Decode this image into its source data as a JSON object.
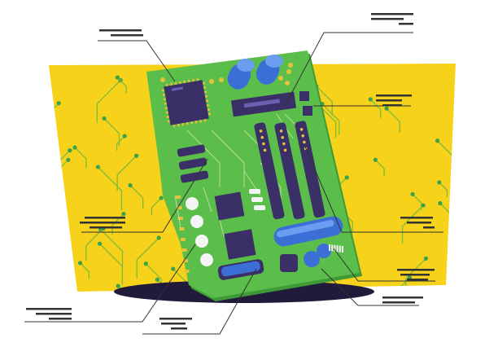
{
  "colors": {
    "background": "#ffffff",
    "yellow_panel": "#f7d21a",
    "trace": "#7dbb3a",
    "trace_dot": "#3aa24a",
    "board": "#5bbd4a",
    "board_dark": "#3e9a37",
    "chip": "#3a2f66",
    "chip_light": "#6a5fb0",
    "capacitor": "#3b6fd6",
    "capacitor_light": "#6a9cf0",
    "gold": "#e5c23a",
    "shadow": "#221a3a",
    "leader": "#333333",
    "label_bar": "#333333",
    "white_disc": "#f5f5f5"
  },
  "labels": [
    {
      "name": "label-top-left"
    },
    {
      "name": "label-top-right"
    },
    {
      "name": "label-right-upper"
    },
    {
      "name": "label-left-middle"
    },
    {
      "name": "label-right-middle"
    },
    {
      "name": "label-right-lower"
    },
    {
      "name": "label-bottom-left"
    },
    {
      "name": "label-bottom-center"
    },
    {
      "name": "label-bottom-right"
    }
  ]
}
